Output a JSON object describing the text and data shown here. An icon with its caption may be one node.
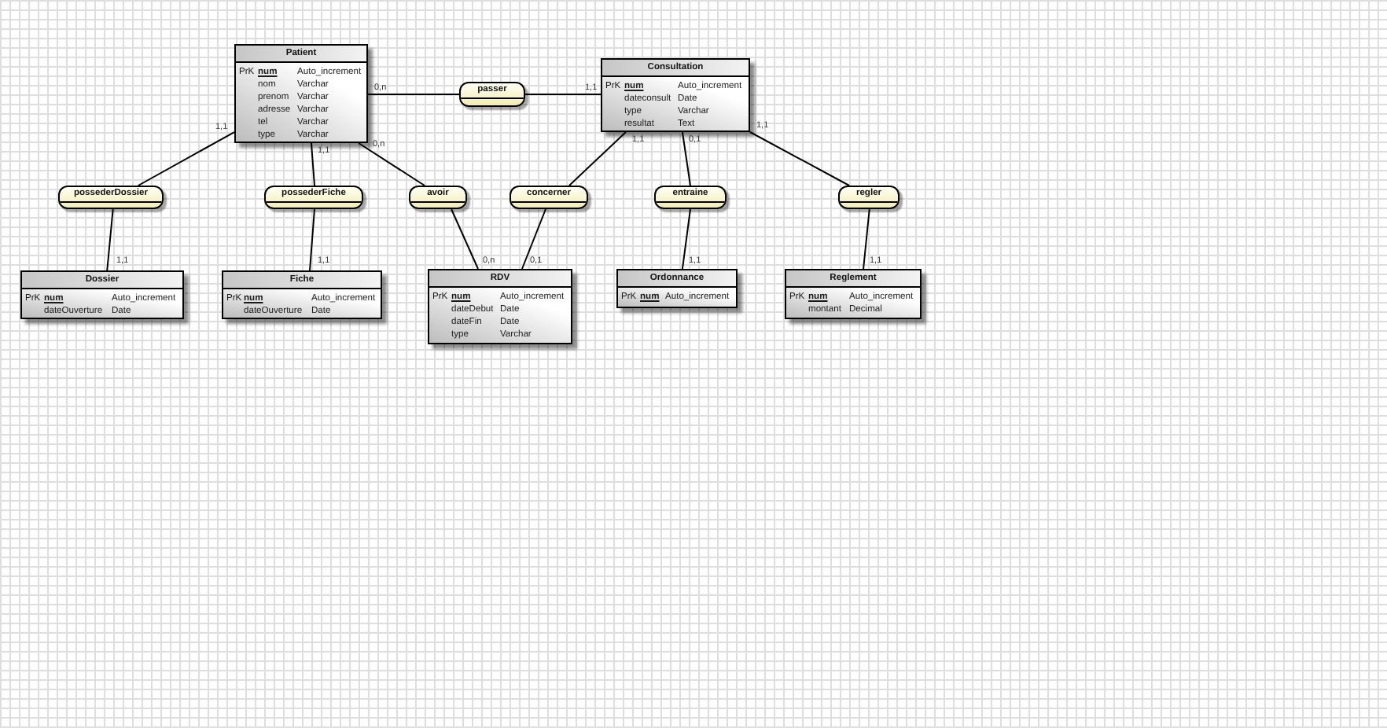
{
  "diagram": {
    "nodes": [
      {
        "text": [
          "Patient",
          "PrK",
          "num",
          "Auto_increment",
          "nom",
          "Varchar",
          "prenom",
          "Varchar",
          "adresse",
          "Varchar",
          "tel",
          "Varchar",
          "type",
          "Varchar"
        ]
      },
      {
        "text": [
          "passer"
        ]
      },
      {
        "text": [
          "Consultation",
          "PrK",
          "num",
          "Auto_increment",
          "dateconsult",
          "Date",
          "type",
          "Varchar",
          "resultat",
          "Text"
        ]
      },
      {
        "text": [
          "possederDossier"
        ]
      },
      {
        "text": [
          "possederFiche"
        ]
      },
      {
        "text": [
          "avoir"
        ]
      },
      {
        "text": [
          "concerner"
        ]
      },
      {
        "text": [
          "entraine"
        ]
      },
      {
        "text": [
          "regler"
        ]
      },
      {
        "text": [
          "Dossier",
          "PrK",
          "num",
          "Auto_increment",
          "dateOuverture",
          "Date"
        ]
      },
      {
        "text": [
          "Fiche",
          "PrK",
          "num",
          "Auto_increment",
          "dateOuverture",
          "Date"
        ]
      },
      {
        "text": [
          "RDV",
          "PrK",
          "num",
          "Auto_increment",
          "dateDebut",
          "Date",
          "dateFin",
          "Date",
          "type",
          "Varchar"
        ]
      },
      {
        "text": [
          "Ordonnance",
          "PrK",
          "num",
          "Auto_increment"
        ]
      },
      {
        "text": [
          "Reglement",
          "PrK",
          "num",
          "Auto_increment",
          "montant",
          "Decimal"
        ]
      }
    ],
    "edges": [
      {
        "from": 0,
        "to": 1,
        "arrow": "none",
        "label": "0,n"
      },
      {
        "from": 1,
        "to": 2,
        "arrow": "none",
        "label": "1,1"
      },
      {
        "from": 0,
        "to": 3,
        "arrow": "none",
        "label": "1,1"
      },
      {
        "from": 3,
        "to": 9,
        "arrow": "none",
        "label": "1,1"
      },
      {
        "from": 0,
        "to": 4,
        "arrow": "none",
        "label": "1,1"
      },
      {
        "from": 4,
        "to": 10,
        "arrow": "none",
        "label": "1,1"
      },
      {
        "from": 0,
        "to": 5,
        "arrow": "none",
        "label": "0,n"
      },
      {
        "from": 5,
        "to": 11,
        "arrow": "none",
        "label": "0,n"
      },
      {
        "from": 2,
        "to": 6,
        "arrow": "none",
        "label": "1,1"
      },
      {
        "from": 6,
        "to": 11,
        "arrow": "none",
        "label": "0,1"
      },
      {
        "from": 2,
        "to": 7,
        "arrow": "none",
        "label": "0,1"
      },
      {
        "from": 7,
        "to": 12,
        "arrow": "none",
        "label": "1,1"
      },
      {
        "from": 2,
        "to": 8,
        "arrow": "none",
        "label": "1,1"
      },
      {
        "from": 8,
        "to": 13,
        "arrow": "none",
        "label": "1,1"
      }
    ]
  }
}
